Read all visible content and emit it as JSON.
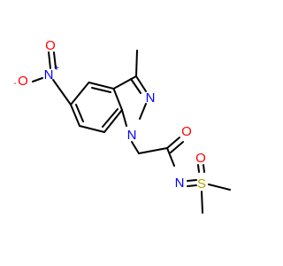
{
  "molecule": {
    "atom_labels": {
      "nitro_n": "N",
      "nitro_n_charge": "+",
      "nitro_o_left": "O",
      "nitro_o_left_charge": "-",
      "nitro_o_top": "O",
      "ring_n1": "N",
      "ring_n2": "N",
      "carbonyl_o": "O",
      "imine_n": "N",
      "sulfur": "S",
      "sulfoxide_o": "O"
    },
    "colors": {
      "bond": "#000000",
      "nitrogen": "#0000ff",
      "oxygen": "#ff0000",
      "sulfur": "#b8a000"
    }
  }
}
